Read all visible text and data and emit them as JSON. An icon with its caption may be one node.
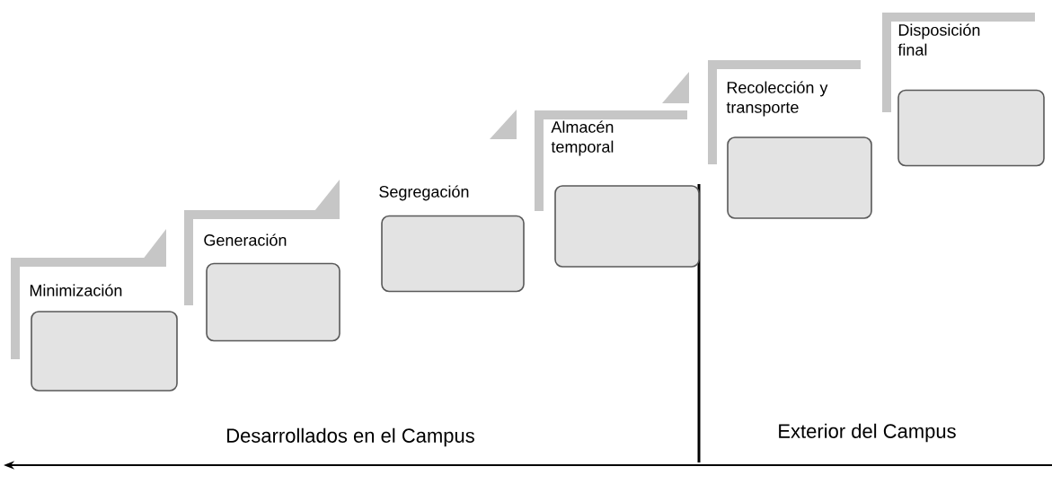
{
  "diagram": {
    "nodes": [
      {
        "text": [
          "Minimización"
        ]
      },
      {
        "text": [],
        "shape": "box"
      },
      {
        "text": [
          "Generación"
        ]
      },
      {
        "text": [],
        "shape": "box"
      },
      {
        "text": [
          "Segregación"
        ]
      },
      {
        "text": [],
        "shape": "box"
      },
      {
        "text": [
          "Almacén temporal"
        ]
      },
      {
        "text": [],
        "shape": "box"
      },
      {
        "text": [
          "Recolección y transporte"
        ]
      },
      {
        "text": [],
        "shape": "box"
      },
      {
        "text": [
          "Disposición final"
        ]
      },
      {
        "text": [],
        "shape": "box"
      }
    ],
    "labels": [
      "Desarrollados en el Campus",
      "Exterior del Campus"
    ]
  }
}
